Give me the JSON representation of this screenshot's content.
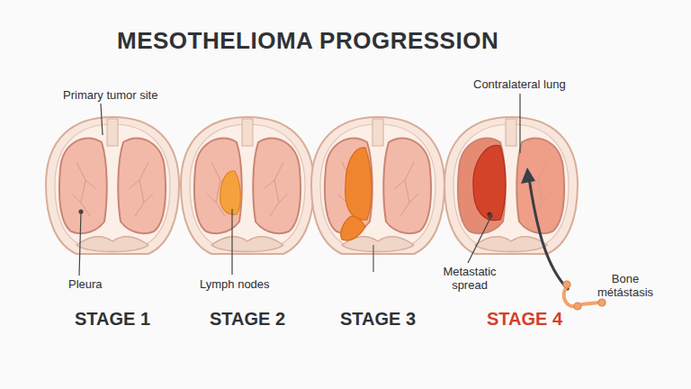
{
  "diagram": {
    "title": "MESOTHELIOMA PROGRESSION",
    "labels": [
      "Primary tumor site",
      "Contralateral lung",
      "Pleura",
      "Lymph nodes",
      "Metastatic spread",
      "Bone métástasis",
      "STAGE 1",
      "STAGE 2",
      "STAGE 3",
      "STAGE 4"
    ]
  }
}
